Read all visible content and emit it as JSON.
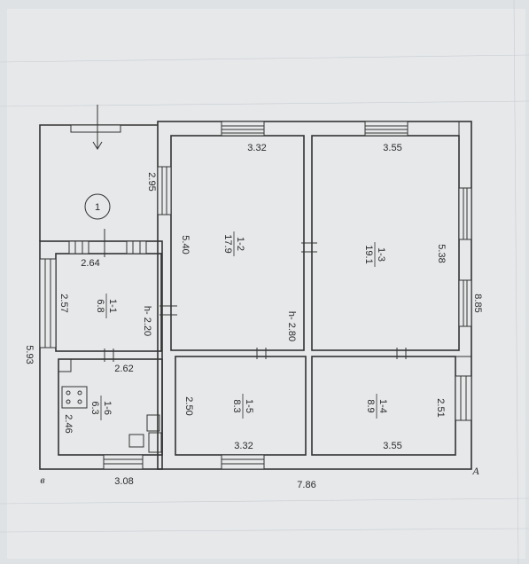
{
  "plan": {
    "corner_labels": {
      "left": "в",
      "right": "А"
    },
    "entrance_label": "1",
    "rooms": [
      {
        "id": "1-1",
        "area": "6.8"
      },
      {
        "id": "1-2",
        "area": "17.9"
      },
      {
        "id": "1-3",
        "area": "19.1"
      },
      {
        "id": "1-4",
        "area": "8.9"
      },
      {
        "id": "1-5",
        "area": "8.3"
      },
      {
        "id": "1-6",
        "area": "6.3"
      }
    ],
    "dimensions": {
      "r12_top": "3.32",
      "r13_top": "3.55",
      "porch_height": "2.95",
      "r12_height": "5.40",
      "r13_height": "5.38",
      "total_height": "8.85",
      "r11_width": "2.64",
      "r11_height": "2.57",
      "left_height": "5.93",
      "ceiling_11": "h- 2.20",
      "ceiling_main": "h- 2.80",
      "r16_width_top": "2.62",
      "r16_height": "2.46",
      "r15_height": "2.50",
      "r14_height": "2.51",
      "r15_bottom": "3.32",
      "r14_bottom": "3.55",
      "left_bottom": "3.08",
      "total_width": "7.86"
    }
  }
}
